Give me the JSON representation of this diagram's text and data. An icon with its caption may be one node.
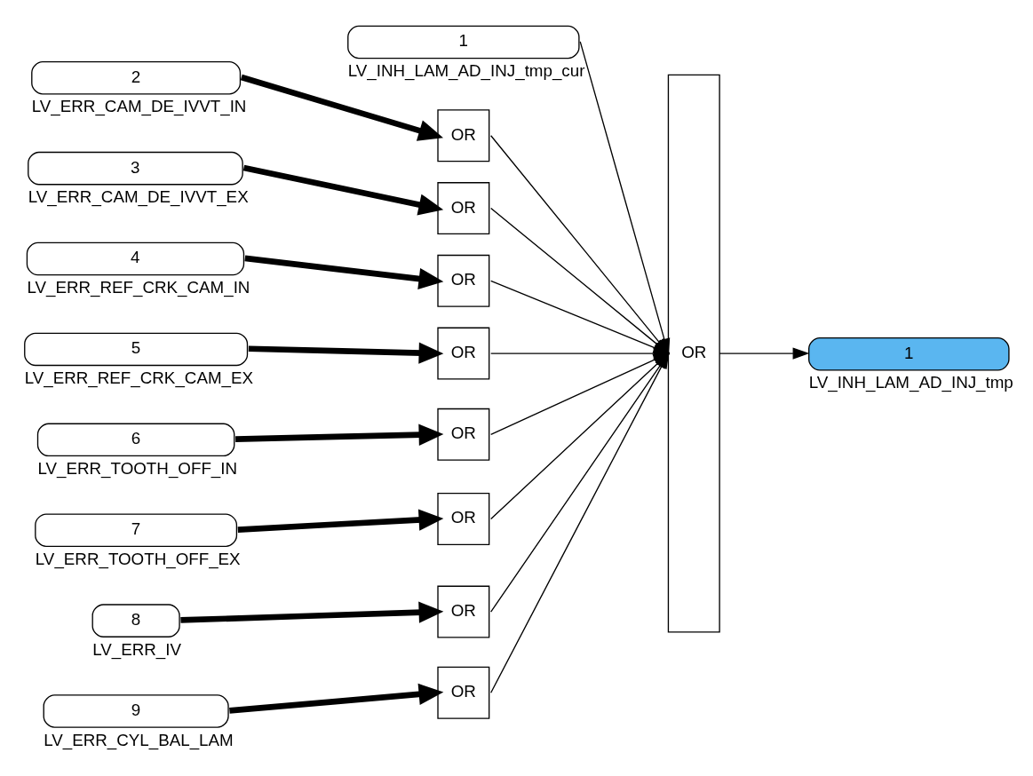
{
  "diagram": {
    "nodes": [
      {
        "text": [
          "1"
        ],
        "beside": [
          "LV_INH_LAM_AD_INJ_tmp_cur"
        ]
      },
      {
        "text": [
          "2"
        ],
        "beside": [
          "LV_ERR_CAM_DE_IVVT_IN"
        ]
      },
      {
        "text": [
          "OR"
        ]
      },
      {
        "text": [
          "3"
        ],
        "beside": [
          "LV_ERR_CAM_DE_IVVT_EX"
        ]
      },
      {
        "text": [
          "OR"
        ]
      },
      {
        "text": [
          "4"
        ],
        "beside": [
          "LV_ERR_REF_CRK_CAM_IN"
        ]
      },
      {
        "text": [
          "OR"
        ]
      },
      {
        "text": [
          "5"
        ],
        "beside": [
          "LV_ERR_REF_CRK_CAM_EX"
        ]
      },
      {
        "text": [
          "OR"
        ]
      },
      {
        "text": [
          "6"
        ],
        "beside": [
          "LV_ERR_TOOTH_OFF_IN"
        ]
      },
      {
        "text": [
          "OR"
        ]
      },
      {
        "text": [
          "7"
        ],
        "beside": [
          "LV_ERR_TOOTH_OFF_EX"
        ]
      },
      {
        "text": [
          "OR"
        ]
      },
      {
        "text": [
          "8"
        ],
        "beside": [
          "LV_ERR_IV"
        ]
      },
      {
        "text": [
          "OR"
        ]
      },
      {
        "text": [
          "9"
        ],
        "beside": [
          "LV_ERR_CYL_BAL_LAM"
        ]
      },
      {
        "text": [
          "OR"
        ]
      },
      {
        "text": [
          "OR"
        ]
      },
      {
        "text": [
          "1"
        ],
        "beside": [
          "LV_INH_LAM_AD_INJ_tmp"
        ]
      }
    ],
    "edges": [
      {
        "from": 0,
        "to": 17,
        "arrow": "to"
      },
      {
        "from": 1,
        "to": 2,
        "arrow": "to",
        "style": "thick"
      },
      {
        "from": 2,
        "to": 17,
        "arrow": "to"
      },
      {
        "from": 3,
        "to": 4,
        "arrow": "to",
        "style": "thick"
      },
      {
        "from": 4,
        "to": 17,
        "arrow": "to"
      },
      {
        "from": 5,
        "to": 6,
        "arrow": "to",
        "style": "thick"
      },
      {
        "from": 6,
        "to": 17,
        "arrow": "to"
      },
      {
        "from": 7,
        "to": 8,
        "arrow": "to",
        "style": "thick"
      },
      {
        "from": 8,
        "to": 17,
        "arrow": "to"
      },
      {
        "from": 9,
        "to": 10,
        "arrow": "to",
        "style": "thick"
      },
      {
        "from": 10,
        "to": 17,
        "arrow": "to"
      },
      {
        "from": 11,
        "to": 12,
        "arrow": "to",
        "style": "thick"
      },
      {
        "from": 12,
        "to": 17,
        "arrow": "to"
      },
      {
        "from": 13,
        "to": 14,
        "arrow": "to",
        "style": "thick"
      },
      {
        "from": 14,
        "to": 17,
        "arrow": "to"
      },
      {
        "from": 15,
        "to": 16,
        "arrow": "to",
        "style": "thick"
      },
      {
        "from": 16,
        "to": 17,
        "arrow": "to"
      },
      {
        "from": 17,
        "to": 18,
        "arrow": "to"
      }
    ]
  }
}
